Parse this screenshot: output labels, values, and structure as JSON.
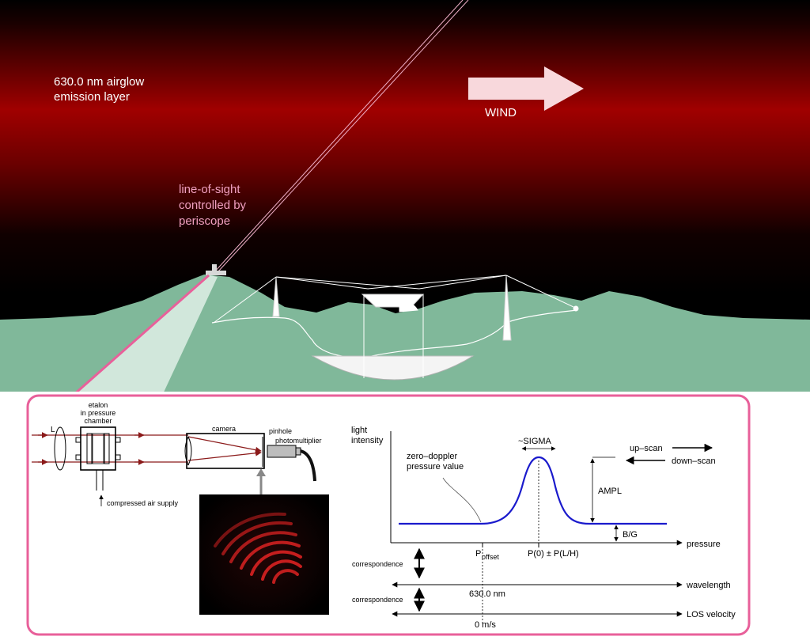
{
  "scene": {
    "airglow_label_line1": "630.0 nm airglow",
    "airglow_label_line2": "emission layer",
    "wind_label": "WIND",
    "los_line1": "line-of-sight",
    "los_line2": "controlled by",
    "los_line3": "periscope"
  },
  "instrument": {
    "lens_label": "L",
    "etalon_line1": "etalon",
    "etalon_line2": "in pressure",
    "etalon_line3": "chamber",
    "camera_label": "camera",
    "pinhole_label": "pinhole",
    "pmt_label": "photomultiplier",
    "air_supply_label": "compressed air supply"
  },
  "plot": {
    "ylabel_line1": "light",
    "ylabel_line2": "intensity",
    "xlabel": "pressure",
    "sigma_label": "~SIGMA",
    "up_scan": "up–scan",
    "down_scan": "down–scan",
    "zero_doppler_line1": "zero–doppler",
    "zero_doppler_line2": "pressure value",
    "ampl_label": "AMPL",
    "bg_label": "B/G",
    "poffset_main": "P",
    "poffset_sub": "offset",
    "p0_label": "P(0) ± P(L/H)",
    "correspondence_1": "correspondence",
    "correspondence_2": "correspondence",
    "wavelength_axis": "wavelength",
    "wavelength_value": "630.0 nm",
    "velocity_axis": "LOS velocity",
    "velocity_value": "0 m/s"
  },
  "colors": {
    "sky": "#000000",
    "airglow": "#a00000",
    "ground": "#80b89a",
    "frame": "#e8609a",
    "curve": "#1a1acc",
    "los_text": "#f0a0c0"
  }
}
